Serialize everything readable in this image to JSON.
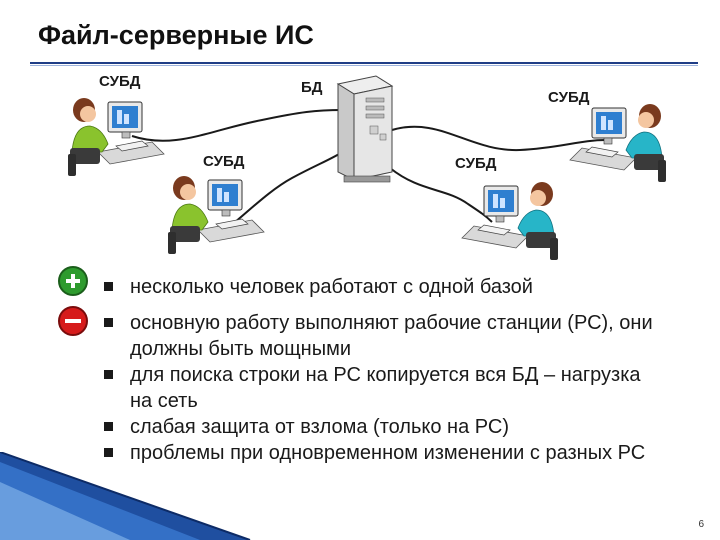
{
  "slide": {
    "title": "Файл-серверные ИС",
    "page_number": "6"
  },
  "diagram": {
    "labels": {
      "dbms_top_left": "СУБД",
      "db_center": "БД",
      "dbms_top_right": "СУБД",
      "dbms_bottom_left": "СУБД",
      "dbms_bottom_right": "СУБД"
    }
  },
  "pros": [
    "несколько человек работают с одной базой"
  ],
  "cons": [
    "основную работу выполняют рабочие станции (РС), они должны быть мощными",
    "для поиска строки на РС копируется вся БД – нагрузка на сеть",
    "слабая защита от взлома (только на РС)",
    "проблемы при одновременном изменении с разных РС"
  ],
  "colors": {
    "title_rule": "#1f3d86",
    "plus_badge": "#2e9b2e",
    "minus_badge": "#d61b1b",
    "corner_accent": "#1f4fa0"
  }
}
